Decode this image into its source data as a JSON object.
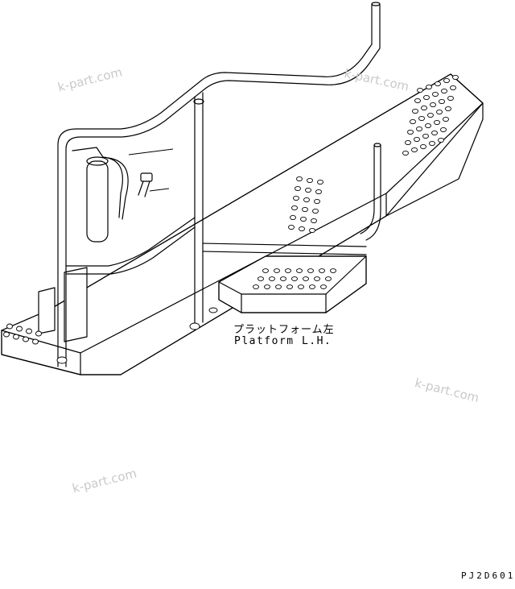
{
  "watermarks": [
    "k-part.com",
    "k-part.com",
    "k-part.com",
    "k-part.com"
  ],
  "callout": {
    "japanese": "プラットフォーム左",
    "english": "Platform L.H."
  },
  "drawing_code": "PJ2D601"
}
